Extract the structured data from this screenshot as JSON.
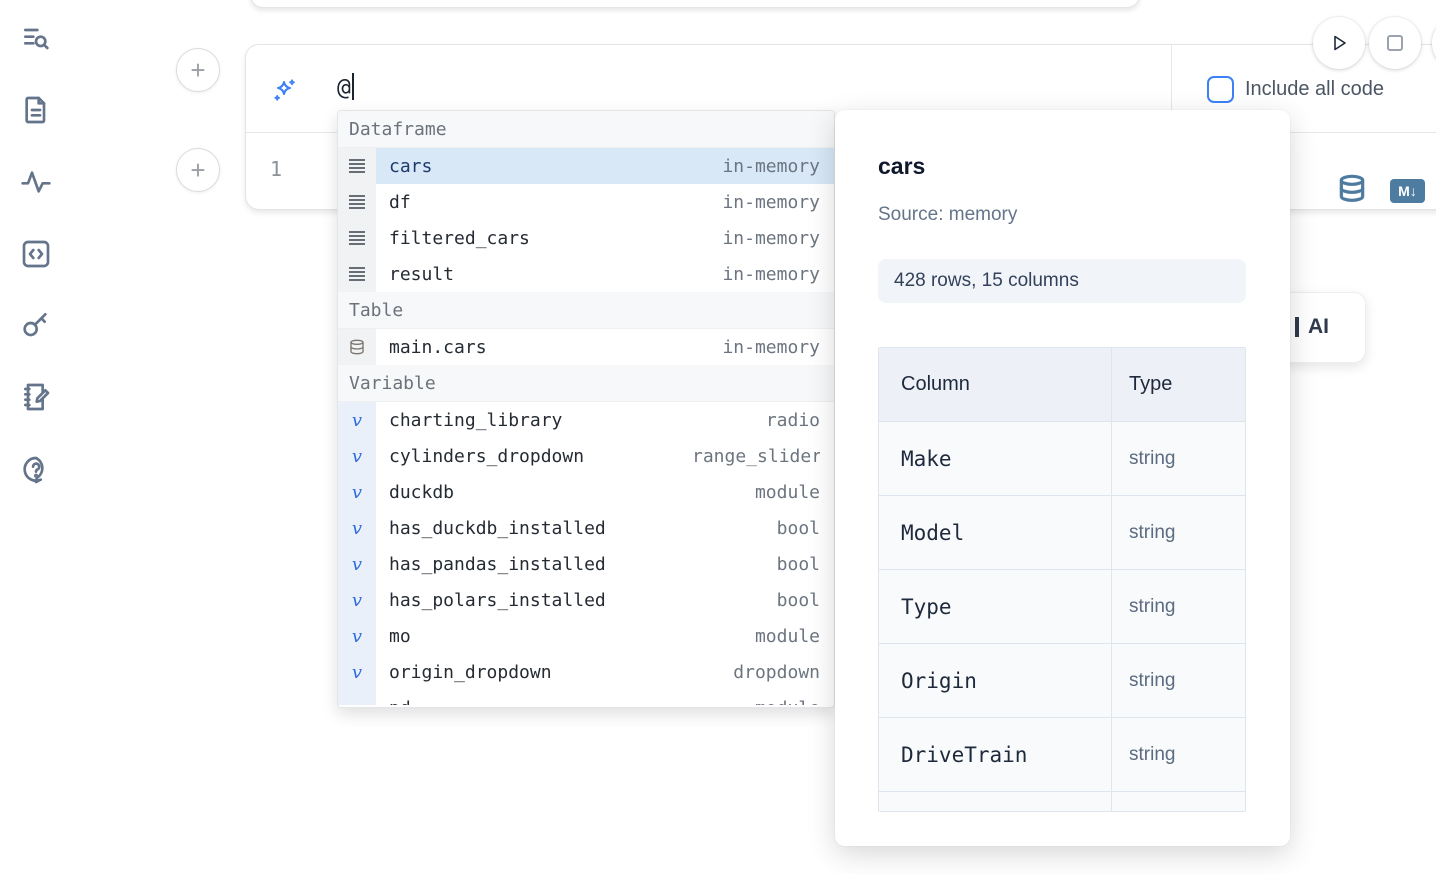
{
  "colors": {
    "accent_blue": "#3b82f6",
    "steel_blue_icon": "#4e7ca1",
    "sidebar_icon": "#64748b",
    "selected_row_bg": "#d8e8f7"
  },
  "sidebar": {
    "icons": [
      "list-search",
      "document",
      "activity",
      "code-snippet",
      "key",
      "notebook-edit",
      "help"
    ]
  },
  "cell": {
    "add_button_label": "+",
    "ai_input": {
      "value": "@",
      "icon": "sparkle-icon",
      "include_all_code_label": "Include all code",
      "checkbox_checked": false
    },
    "editor": {
      "line_number": "1"
    },
    "actions": {
      "icons": [
        "database-icon",
        "markdown-icon"
      ],
      "markdown_badge": "M↓"
    },
    "run_controls": {
      "icons": [
        "play-icon",
        "stop-icon"
      ]
    }
  },
  "autocomplete": {
    "sections": [
      {
        "label": "Dataframe",
        "icon": "rows-icon",
        "items": [
          {
            "name": "cars",
            "type": "in-memory",
            "selected": true
          },
          {
            "name": "df",
            "type": "in-memory"
          },
          {
            "name": "filtered_cars",
            "type": "in-memory"
          },
          {
            "name": "result",
            "type": "in-memory"
          }
        ]
      },
      {
        "label": "Table",
        "icon": "database-icon",
        "items": [
          {
            "name": "main.cars",
            "type": "in-memory"
          }
        ]
      },
      {
        "label": "Variable",
        "icon": "variable-icon",
        "items": [
          {
            "name": "charting_library",
            "type": "radio"
          },
          {
            "name": "cylinders_dropdown",
            "type": "range_slider"
          },
          {
            "name": "duckdb",
            "type": "module"
          },
          {
            "name": "has_duckdb_installed",
            "type": "bool"
          },
          {
            "name": "has_pandas_installed",
            "type": "bool"
          },
          {
            "name": "has_polars_installed",
            "type": "bool"
          },
          {
            "name": "mo",
            "type": "module"
          },
          {
            "name": "origin_dropdown",
            "type": "dropdown"
          },
          {
            "name": "pd",
            "type": "module"
          }
        ]
      }
    ]
  },
  "preview": {
    "title": "cars",
    "source": "Source: memory",
    "shape": "428 rows, 15 columns",
    "table": {
      "headers": [
        "Column",
        "Type"
      ],
      "rows": [
        {
          "column": "Make",
          "type": "string"
        },
        {
          "column": "Model",
          "type": "string"
        },
        {
          "column": "Type",
          "type": "string"
        },
        {
          "column": "Origin",
          "type": "string"
        },
        {
          "column": "DriveTrain",
          "type": "string"
        }
      ]
    }
  },
  "ai_card": {
    "label": "AI"
  }
}
